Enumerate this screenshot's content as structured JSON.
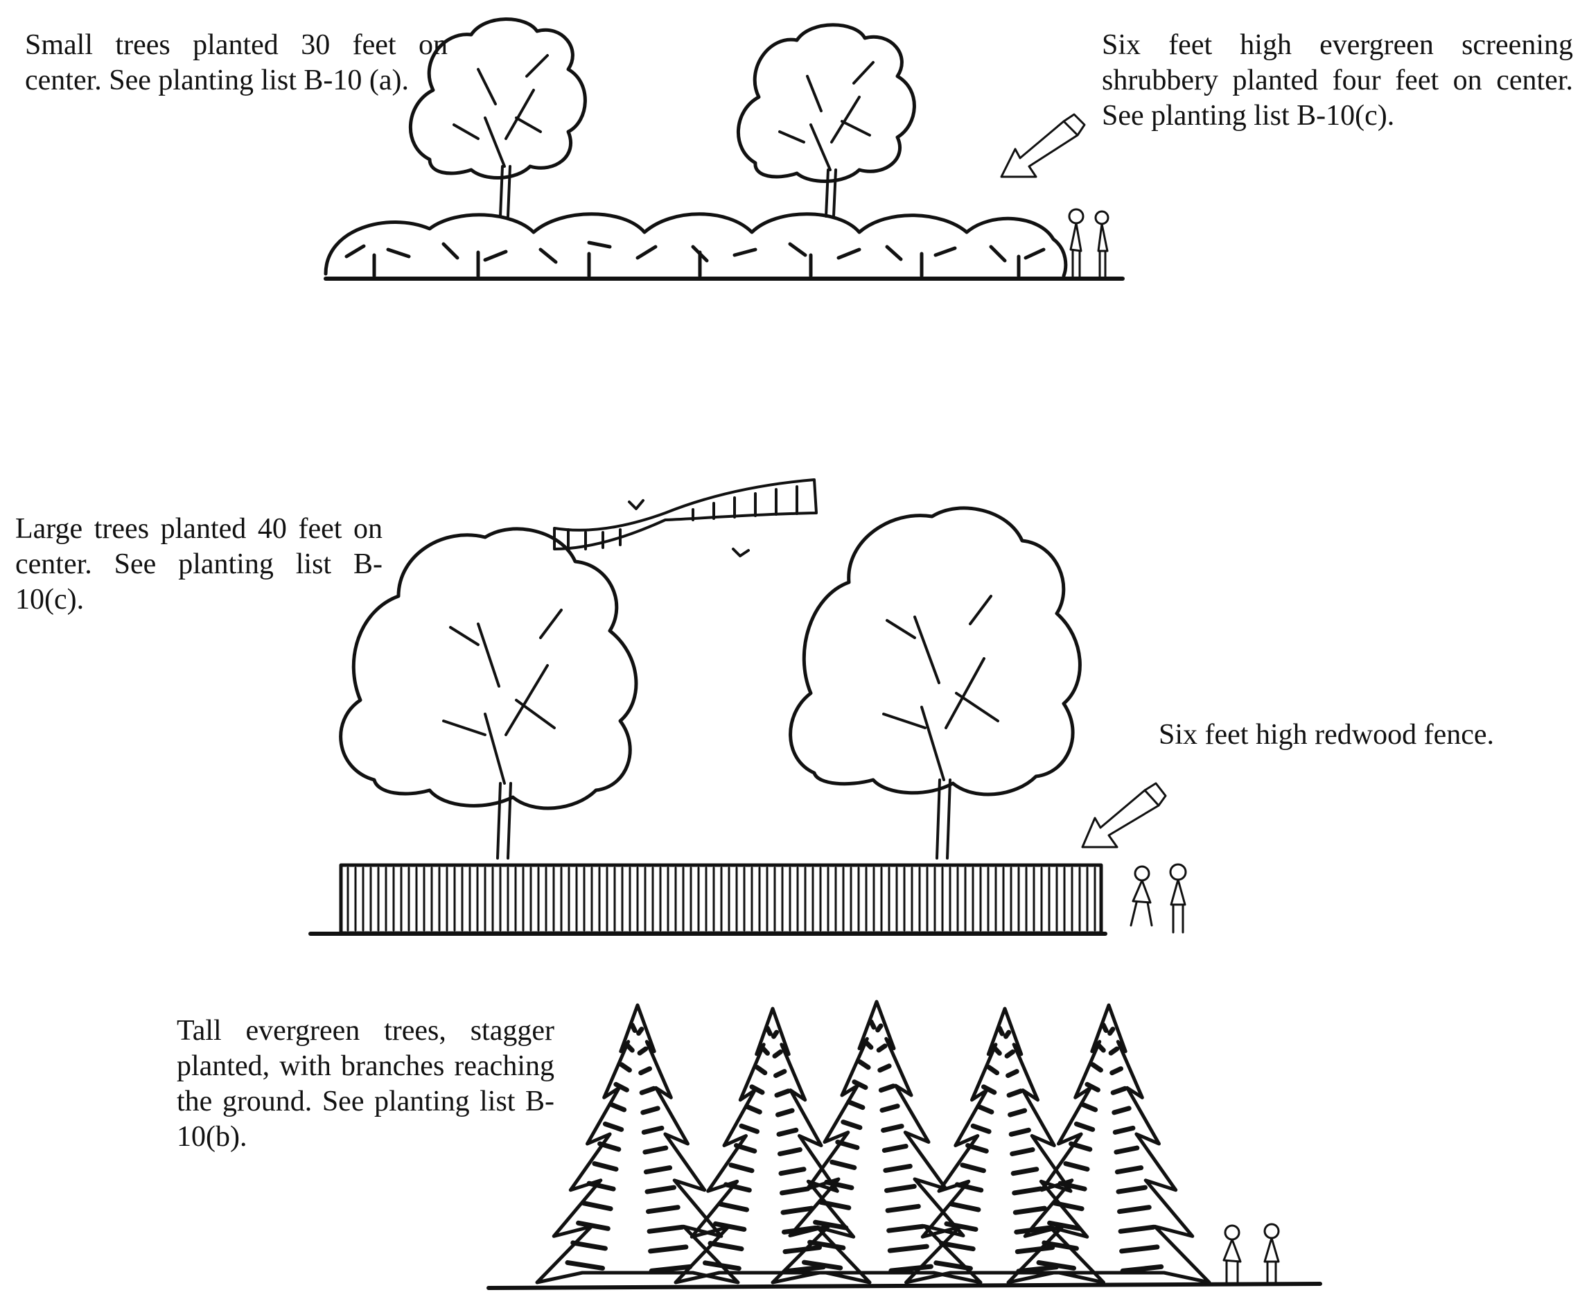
{
  "labels": {
    "small_trees": "Small trees planted 30 feet on center. See planting list B-10 (a).",
    "shrubbery": "Six feet high evergreen screening shrubbery planted four feet on center. See planting list B-10(c).",
    "large_trees": "Large trees planted 40 feet on center. See planting list B-10(c).",
    "fence": "Six feet high redwood fence.",
    "evergreen": "Tall evergreen trees, stagger planted, with branches reaching the ground. See planting list B-10(b)."
  },
  "colors": {
    "ink": "#111111",
    "paper": "#ffffff"
  }
}
